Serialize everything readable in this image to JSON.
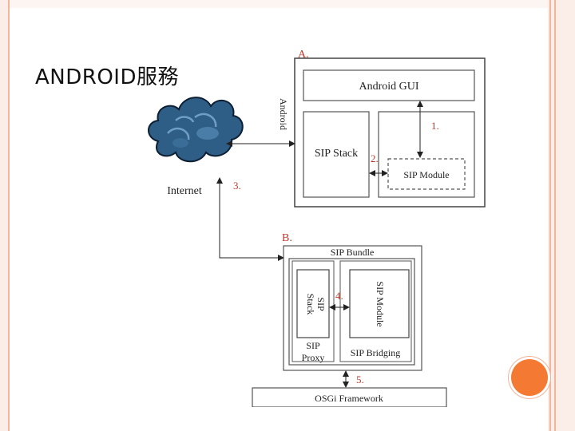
{
  "slide": {
    "title": "ANDROID服務"
  },
  "diagram": {
    "labels": {
      "section_a": "A.",
      "section_b": "B.",
      "android": "Android",
      "android_gui": "Android GUI",
      "sip_stack_a": "SIP Stack",
      "sip_module_a": "SIP Module",
      "internet": "Internet",
      "step1": "1.",
      "step2": "2.",
      "step3": "3.",
      "step4": "4.",
      "step5": "5.",
      "sip_bundle": "SIP Bundle",
      "sip_stack_b_line1": "SIP",
      "sip_stack_b_line2": "Stack",
      "sip_module_b": "SIP Module",
      "sip_proxy_line1": "SIP",
      "sip_proxy_line2": "Proxy",
      "sip_bridging": "SIP Bridging",
      "osgi": "OSGi Framework"
    }
  },
  "colors": {
    "accent": "#f47a33",
    "frame": "#f2b49a",
    "step_label": "#c03a2b",
    "cloud": "#2e5d86"
  },
  "icons": {
    "cloud": "cloud-icon"
  }
}
